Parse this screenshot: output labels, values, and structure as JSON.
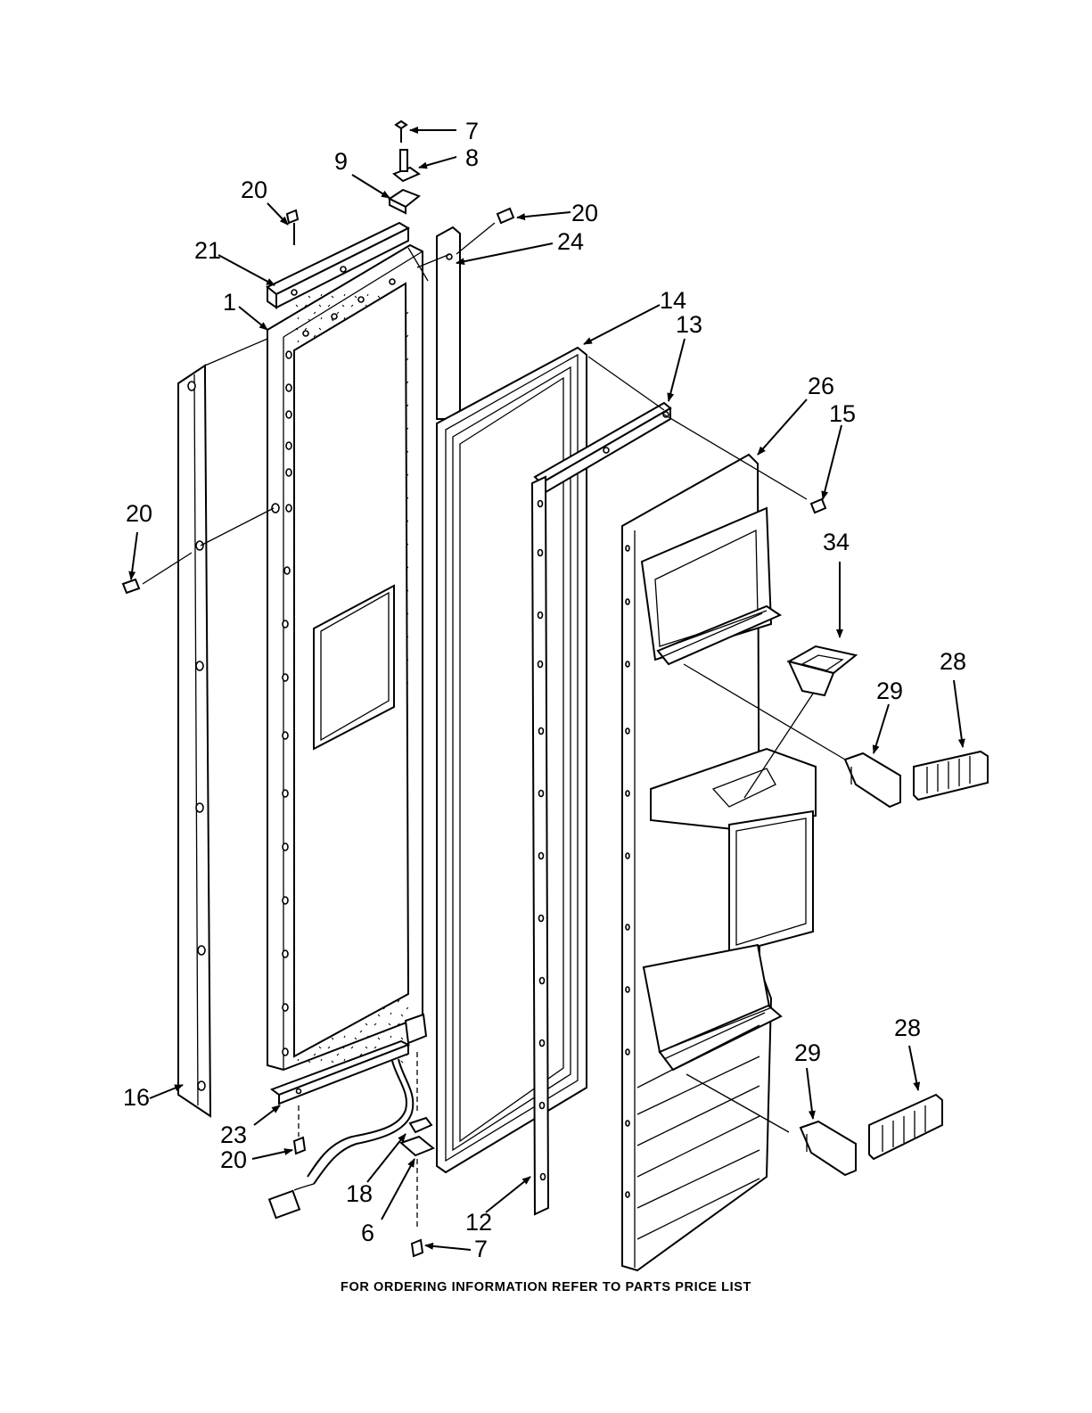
{
  "footer": {
    "note": "FOR ORDERING INFORMATION REFER TO PARTS PRICE LIST"
  },
  "callouts": [
    {
      "id": "c7a",
      "label": "7"
    },
    {
      "id": "c8",
      "label": "8"
    },
    {
      "id": "c9",
      "label": "9"
    },
    {
      "id": "c20a",
      "label": "20"
    },
    {
      "id": "c20b",
      "label": "20"
    },
    {
      "id": "c24",
      "label": "24"
    },
    {
      "id": "c21",
      "label": "21"
    },
    {
      "id": "c1",
      "label": "1"
    },
    {
      "id": "c14",
      "label": "14"
    },
    {
      "id": "c13",
      "label": "13"
    },
    {
      "id": "c26",
      "label": "26"
    },
    {
      "id": "c15",
      "label": "15"
    },
    {
      "id": "c20c",
      "label": "20"
    },
    {
      "id": "c34",
      "label": "34"
    },
    {
      "id": "c28a",
      "label": "28"
    },
    {
      "id": "c29a",
      "label": "29"
    },
    {
      "id": "c28b",
      "label": "28"
    },
    {
      "id": "c29b",
      "label": "29"
    },
    {
      "id": "c16",
      "label": "16"
    },
    {
      "id": "c23",
      "label": "23"
    },
    {
      "id": "c20d",
      "label": "20"
    },
    {
      "id": "c18",
      "label": "18"
    },
    {
      "id": "c6",
      "label": "6"
    },
    {
      "id": "c7b",
      "label": "7"
    },
    {
      "id": "c12",
      "label": "12"
    }
  ]
}
